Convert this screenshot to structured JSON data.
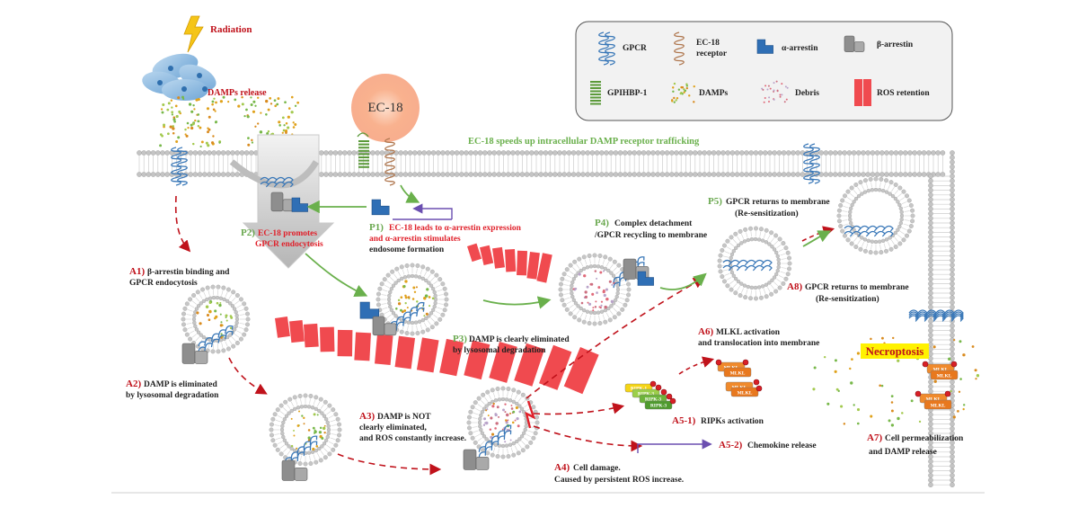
{
  "legend": {
    "gpcr": "GPCR",
    "ec18_receptor_line1": "EC-18",
    "ec18_receptor_line2": "receptor",
    "alpha_arrestin": "α-arrestin",
    "beta_arrestin": "β-arrestin",
    "gpihbp1": "GPIHBP-1",
    "damps": "DAMPs",
    "debris": "Debris",
    "ros_retention": "ROS retention"
  },
  "top": {
    "radiation": "Radiation",
    "damps_release": "DAMPs release",
    "ec18": "EC-18",
    "speeds_up": "EC-18 speeds up intracellular DAMP receptor trafficking"
  },
  "steps": {
    "p1": {
      "num": "P1)",
      "line1": "EC-18 leads to α-arrestin expression",
      "line2": "and α-arrestin stimulates",
      "line3": "endosome formation"
    },
    "p2": {
      "num": "P2)",
      "line1": "EC-18 promotes",
      "line2": "GPCR endocytosis"
    },
    "p3": {
      "num": "P3)",
      "line1": "DAMP is clearly eliminated",
      "line2": "by lysosomal degradation"
    },
    "p4": {
      "num": "P4)",
      "line1": "Complex detachment",
      "line2": "/GPCR recycling to membrane"
    },
    "p5": {
      "num": "P5)",
      "line1": "GPCR returns to membrane",
      "line2": "(Re-sensitization)"
    },
    "a1": {
      "num": "A1)",
      "line1": "β-arrestin binding and",
      "line2": "GPCR endocytosis"
    },
    "a2": {
      "num": "A2)",
      "line1": "DAMP is eliminated",
      "line2": "by lysosomal degradation"
    },
    "a3": {
      "num": "A3)",
      "line1": "DAMP is NOT",
      "line2": "clearly eliminated,",
      "line3": "and ROS constantly increase."
    },
    "a4": {
      "num": "A4)",
      "line1": "Cell damage.",
      "line2": "Caused by persistent ROS increase."
    },
    "a5_1": {
      "num": "A5-1)",
      "text": "RIPKs activation"
    },
    "a5_2": {
      "num": "A5-2)",
      "text": "Chemokine release"
    },
    "a6": {
      "num": "A6)",
      "line1": "MLKL activation",
      "line2": "and translocation into membrane"
    },
    "a7": {
      "num": "A7)",
      "line1": "Cell permeabilization",
      "line2": "and DAMP release"
    },
    "a8": {
      "num": "A8)",
      "line1": "GPCR returns to membrane",
      "line2": "(Re-sensitization)"
    }
  },
  "necroptosis": "Necroptosis",
  "proteins": {
    "ripk1": "RIPK-1",
    "ripk3": "RIPK-3",
    "mlkl": "MLKL"
  },
  "colors": {
    "dark_red": "#c0121b",
    "red": "#e0202a",
    "green": "#6ab04c",
    "gpcr_blue": "#3a78b8",
    "ros_red": "#f04a4f",
    "necroptosis_bg": "#fff200",
    "membrane_head": "#b8b8b8",
    "ec18_glow": "#f4956a"
  }
}
